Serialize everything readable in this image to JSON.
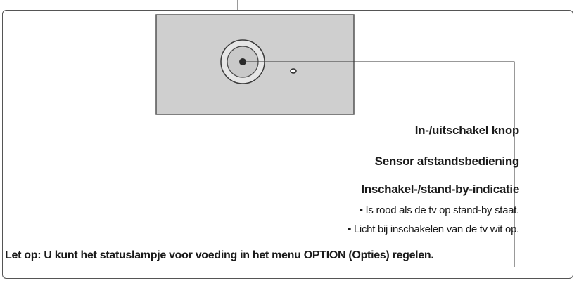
{
  "labels": {
    "power_button": "In-/uitschakel knop",
    "remote_sensor": "Sensor afstandsbediening",
    "indicator": "Inschakel-/stand-by-indicatie"
  },
  "bullets": [
    "• Is rood als de tv op stand-by staat.",
    "• Licht bij inschakelen van de tv wit op."
  ],
  "note": "Let op: U kunt het statuslampje voor voeding in het menu OPTION (Opties) regelen.",
  "colors": {
    "panel_fill": "#cfcfcf",
    "panel_border": "#555555",
    "button_ring": "#e6e6e6",
    "button_center": "#2a2a2a",
    "leader_line": "#333333"
  }
}
